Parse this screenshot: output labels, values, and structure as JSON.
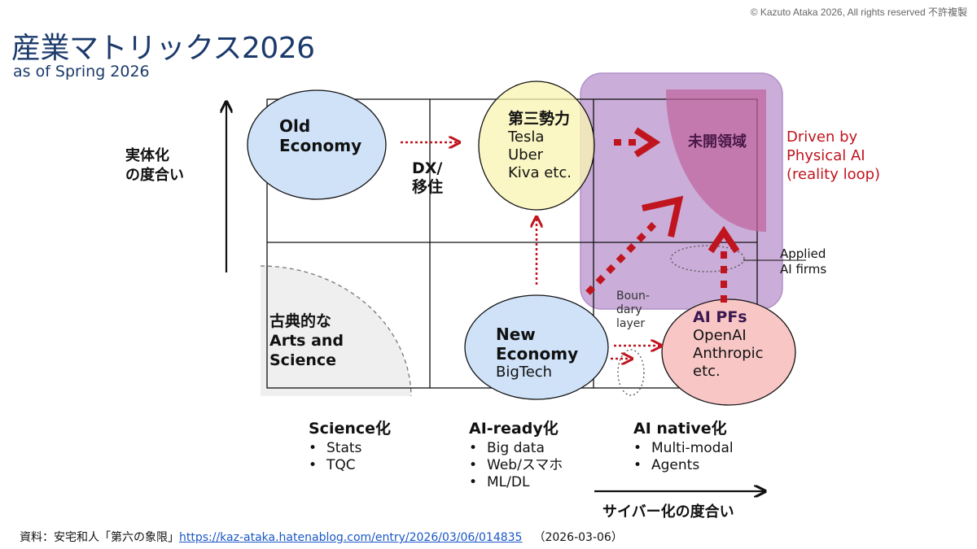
{
  "copyright": "© Kazuto Ataka 2026, All rights reserved 不許複製",
  "title": "産業マトリックス2026",
  "subtitle": "as of Spring 2026",
  "y_axis_label": [
    "実体化",
    "の度合い"
  ],
  "x_axis_label": "サイバー化の度合い",
  "nodes": {
    "old_economy": {
      "lines": [
        "Old",
        "Economy"
      ]
    },
    "dx": {
      "lines": [
        "DX/",
        "移住"
      ]
    },
    "third_force": {
      "title": "第三勢力",
      "lines": [
        "Tesla",
        "Uber",
        "Kiva etc."
      ]
    },
    "unexplored": {
      "title": "未開領域"
    },
    "driven": {
      "lines": [
        "Driven by",
        "Physical AI",
        "(reality loop)"
      ]
    },
    "applied": {
      "lines": [
        "Applied",
        "AI firms"
      ]
    },
    "boundary": {
      "lines": [
        "Boun-",
        "dary",
        "layer"
      ]
    },
    "classical": {
      "lines": [
        "古典的な",
        "Arts and",
        "Science"
      ]
    },
    "new_economy": {
      "title_lines": [
        "New",
        "Economy"
      ],
      "sub": "BigTech"
    },
    "ai_pfs": {
      "title": "AI PFs",
      "lines": [
        "OpenAI",
        "Anthropic",
        "etc."
      ]
    }
  },
  "columns": [
    {
      "heading": "Science化",
      "items": [
        "Stats",
        "TQC"
      ]
    },
    {
      "heading": "AI-ready化",
      "items": [
        "Big data",
        "Web/スマホ",
        "ML/DL"
      ]
    },
    {
      "heading": "AI native化",
      "items": [
        "Multi-modal",
        "Agents"
      ]
    }
  ],
  "source": {
    "prefix": "資料：安宅和人「第六の象限」",
    "link": "https://kaz-ataka.hatenablog.com/entry/2026/03/06/014835",
    "suffix": "（2026-03-06）"
  },
  "colors": {
    "title_blue": "#1b3a6b",
    "purple_zone": "#c7a9d6",
    "purple_border": "#b390c8",
    "blue_ellipse": "#cfe2f8",
    "yellow_ellipse": "#faf5b4",
    "pink_ellipse": "#f9c6c6",
    "magenta_region": "#c0659e",
    "arrow_red": "#c0141e",
    "gray_quarter": "#efefef"
  }
}
